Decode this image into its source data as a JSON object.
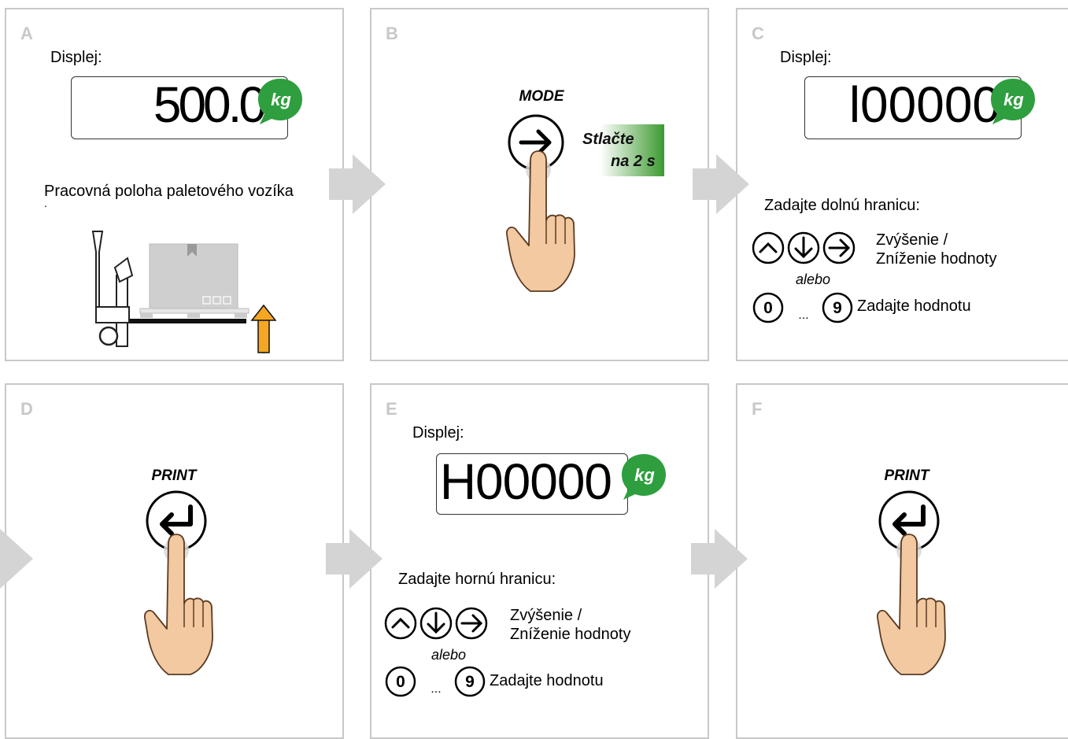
{
  "panels": {
    "a": {
      "letter": "A",
      "display_label": "Displej:",
      "display_value": "500.0",
      "unit": "kg",
      "caption": "Pracovná poloha paletového vozíka",
      "caption_dot": "."
    },
    "b": {
      "letter": "B",
      "button_label": "MODE",
      "instruction_line1": "Stlačte",
      "instruction_line2": "na 2 s"
    },
    "c": {
      "letter": "C",
      "display_label": "Displej:",
      "display_value": "l00000",
      "unit": "kg",
      "prompt": "Zadajte dolnú hranicu:",
      "arrows_desc_line1": "Zvýšenie  /",
      "arrows_desc_line2": "Zníženie hodnoty",
      "or": "alebo",
      "key_first": "0",
      "ellipsis": "...",
      "key_last": "9",
      "keys_desc": "Zadajte hodnotu"
    },
    "d": {
      "letter": "D",
      "button_label": "PRINT"
    },
    "e": {
      "letter": "E",
      "display_label": "Displej:",
      "display_value": "H00000",
      "unit": "kg",
      "prompt": "Zadajte hornú hranicu:",
      "arrows_desc_line1": "Zvýšenie  /",
      "arrows_desc_line2": "Zníženie hodnoty",
      "or": "alebo",
      "key_first": "0",
      "ellipsis": "...",
      "key_last": "9",
      "keys_desc": "Zadajte hodnotu"
    },
    "f": {
      "letter": "F",
      "button_label": "PRINT"
    }
  },
  "icons": {
    "flow_arrow": "chevron-right-block-arrow",
    "kg_bubble": "speech-bubble-icon",
    "enter_key": "enter-arrow-icon",
    "right_key": "arrow-right-icon",
    "up_key": "arrow-up-icon",
    "down_key": "arrow-down-icon",
    "hand": "pointing-hand-icon",
    "pallet_truck": "pallet-truck-icon",
    "lift_arrow": "arrow-up-orange-icon"
  },
  "colors": {
    "panel_border": "#c8c8c8",
    "kg_bubble": "#2e9e3e",
    "flow_arrow": "#d4d4d4",
    "hand_fill": "#f2c9a0",
    "lift_arrow": "#f5a623",
    "stlacte_gradient_start": "#ffffff",
    "stlacte_gradient_end": "#3c9a2f"
  }
}
